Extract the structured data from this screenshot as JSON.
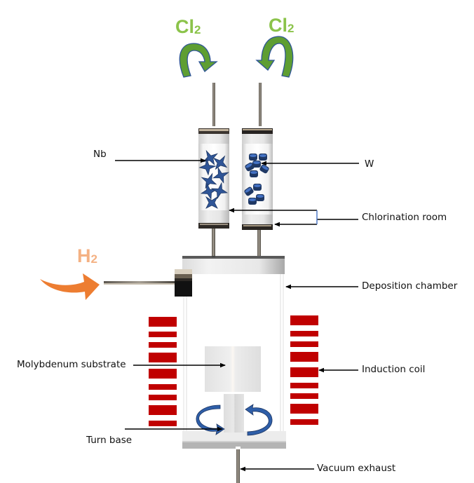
{
  "diagram": {
    "title": "Chemical vapor deposition apparatus schematic",
    "colors": {
      "cl2_green": "#8BC34A",
      "cl2_arrow": "#5E9E32",
      "h2_orange_text": "#F4B183",
      "h2_arrow": "#ED7D31",
      "coil_red": "#C00000",
      "particle_blue": "#2F5597",
      "rotation_blue": "#2E5EA8"
    },
    "gases": {
      "cl2_left": {
        "symbol": "Cl",
        "subscript": "2"
      },
      "cl2_right": {
        "symbol": "Cl",
        "subscript": "2"
      },
      "h2": {
        "symbol": "H",
        "subscript": "2"
      }
    },
    "labels": {
      "nb": "Nb",
      "w": "W",
      "chlorination_room": "Chlorination room",
      "deposition_chamber": "Deposition chamber",
      "induction_coil": "Induction coil",
      "molybdenum_substrate": "Molybdenum substrate",
      "turn_base": "Turn base",
      "vacuum_exhaust": "Vacuum exhaust"
    }
  }
}
